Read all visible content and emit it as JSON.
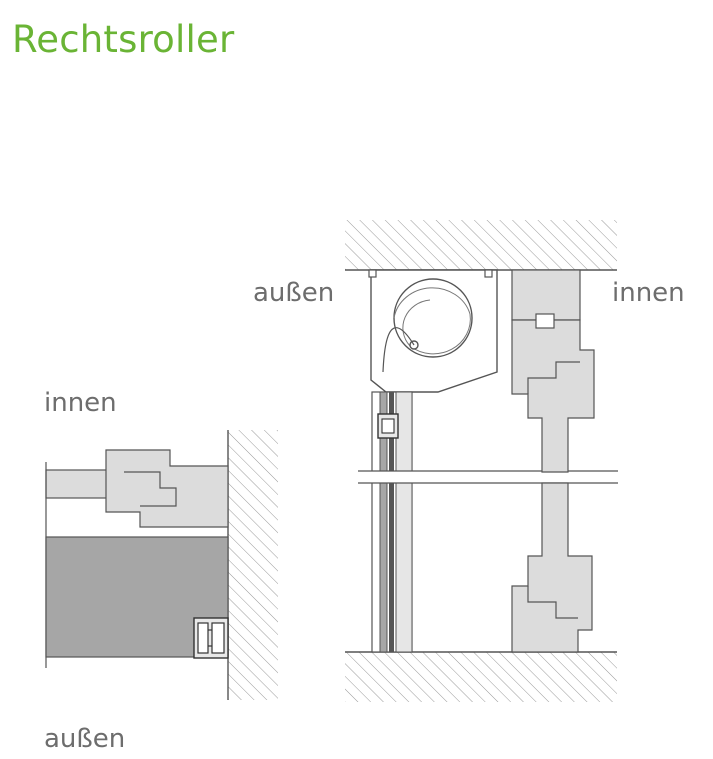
{
  "header": {
    "title": "Rechtsroller"
  },
  "labels": {
    "left_inside": "innen",
    "left_outside": "außen",
    "right_outside": "außen",
    "right_inside": "innen"
  },
  "colors": {
    "title": "#6ab435",
    "label": "#6d6d6d",
    "profile_fill": "#dcdcdc",
    "sash_fill": "#a6a6a6",
    "hatch": "#9a9a9a",
    "stroke": "#555555"
  }
}
